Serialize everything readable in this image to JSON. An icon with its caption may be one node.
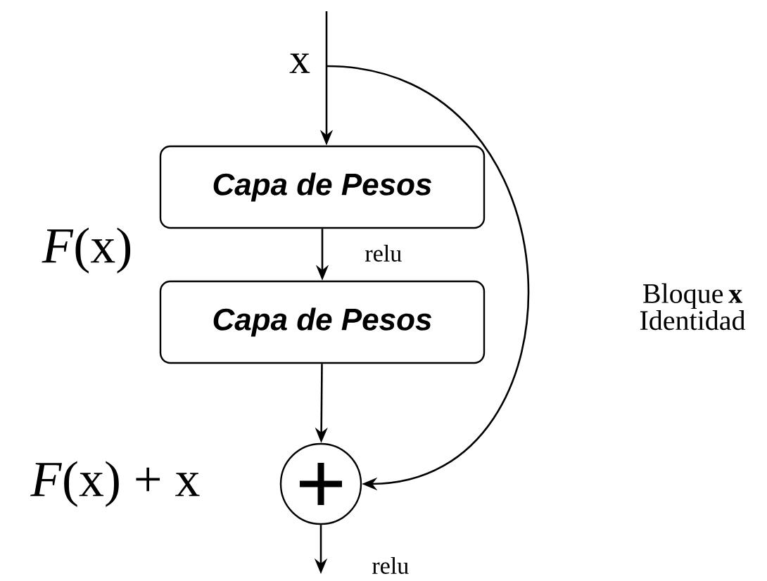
{
  "diagram": {
    "nodes": [
      {
        "text": [
          "Capa de Pesos"
        ]
      },
      {
        "text": [
          "Capa de Pesos"
        ]
      },
      {
        "text": [],
        "shape": "circle"
      }
    ],
    "edges": [
      {
        "from": null,
        "to": 0,
        "arrow": "to",
        "label": "x"
      },
      {
        "from": 0,
        "to": 1,
        "arrow": "to",
        "label": "relu"
      },
      {
        "from": 1,
        "to": 2,
        "arrow": "to"
      },
      {
        "from": null,
        "to": 2,
        "arrow": "to",
        "label": "Bloque **x** Identidad"
      },
      {
        "from": 2,
        "to": null,
        "arrow": "to",
        "label": "relu"
      }
    ],
    "labels": [
      "*F*(x)",
      "*F*(x) + x"
    ]
  }
}
